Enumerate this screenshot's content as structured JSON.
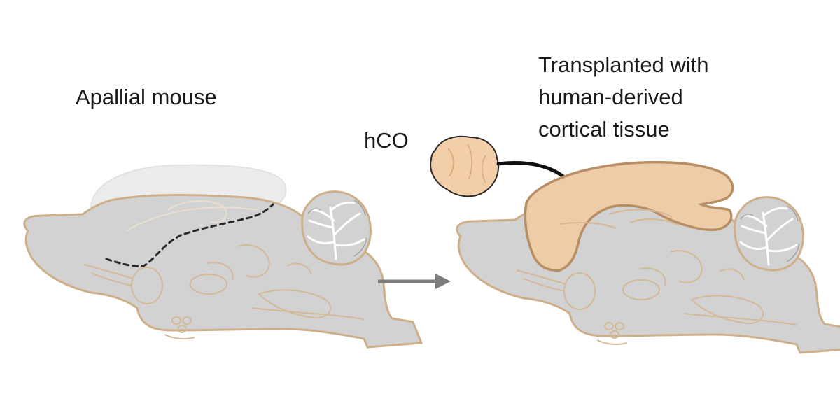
{
  "labels": {
    "left_title": "Apallial mouse",
    "organoid": "hCO",
    "right_title_lines": [
      "Transplanted with",
      "human-derived",
      "cortical tissue"
    ]
  },
  "colors": {
    "brain_fill": "#d2d2d2",
    "brain_outline": "#cdb08a",
    "cortex_fill": "#efcca8",
    "cortex_outline": "#b88e64",
    "ghost_cortex": "#ececec",
    "arrow_gray": "#7d7d7d",
    "arrow_black": "#111111"
  }
}
